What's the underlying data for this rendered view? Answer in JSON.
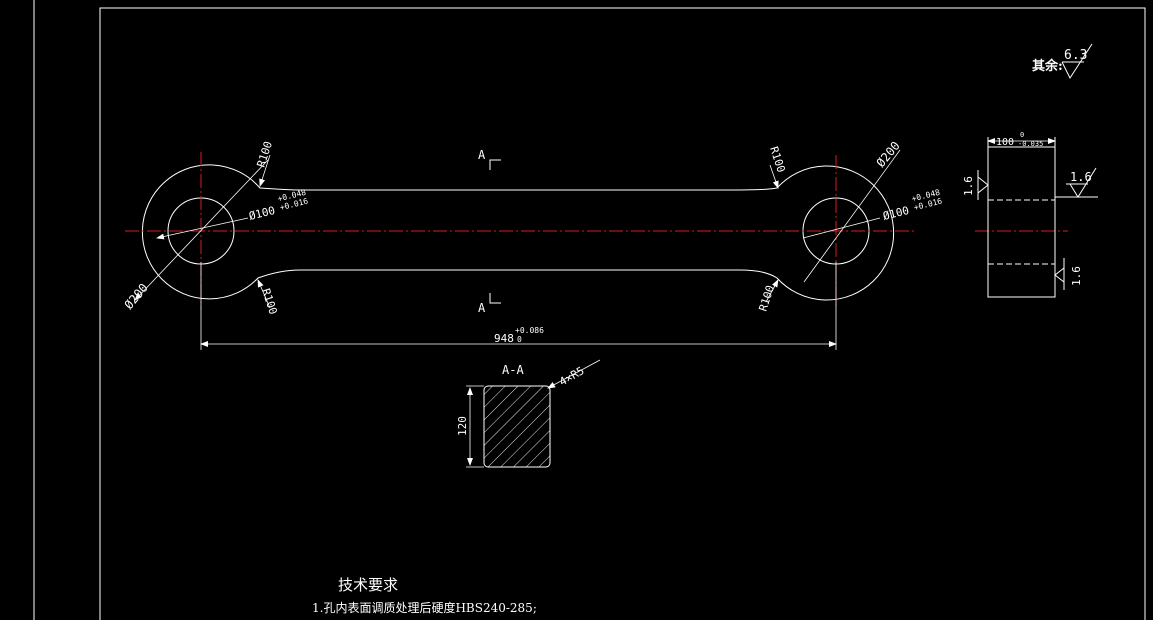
{
  "colors": {
    "background": "#000000",
    "line": "#ffffff",
    "centerline": "#d91c1c"
  },
  "roughness_other": {
    "label": "其余:",
    "value": "6.3"
  },
  "main_view": {
    "dia_big_left": "Ø200",
    "dia_big_right": "Ø200",
    "hole_left": {
      "nominal": "Ø100",
      "upper": "+0.048",
      "lower": "+0.016"
    },
    "hole_right": {
      "nominal": "Ø100",
      "upper": "+0.048",
      "lower": "+0.016"
    },
    "fillets": [
      "R100",
      "R100",
      "R100",
      "R100"
    ],
    "section_marks": [
      "A",
      "A"
    ],
    "length": {
      "nominal": "948",
      "upper": "+0.086",
      "lower": "0"
    }
  },
  "side_view": {
    "width": {
      "nominal": "100",
      "upper": "0",
      "lower": "-0.035"
    },
    "roughness_left": "1.6",
    "roughness_right_top": "1.6",
    "roughness_right_bottom": "1.6"
  },
  "section_view": {
    "title": "A-A",
    "corners": "4×R5",
    "height": "120"
  },
  "technical_requirements": {
    "title": "技术要求",
    "items": [
      "1.孔内表面调质处理后硬度HBS240-285;"
    ]
  }
}
